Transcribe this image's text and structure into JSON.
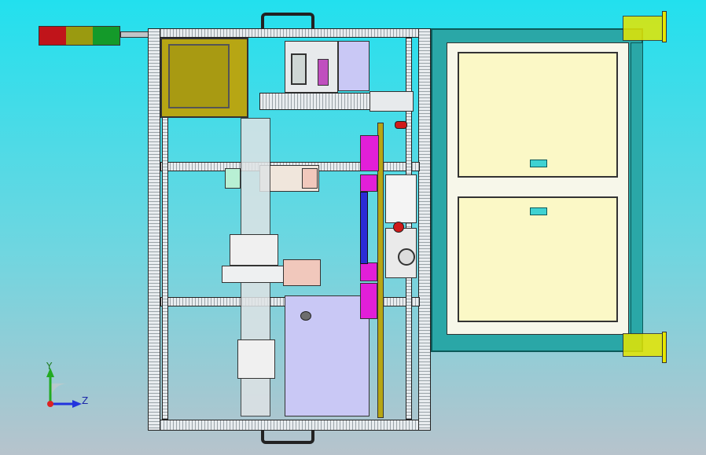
{
  "viewport": {
    "background": "cyan-gradient"
  },
  "axis_triad": {
    "y_label": "Y",
    "z_label": "Z",
    "y_color": "#22aa22",
    "z_color": "#2233dd",
    "x_color": "#dd2222"
  },
  "stack_light": {
    "colors": [
      "#c0141a",
      "#9a9a10",
      "#149a2a"
    ]
  },
  "colors": {
    "frame": "#d9dde0",
    "panel": "#fbf8c6",
    "teal": "#2aa7a7",
    "magenta": "#e21fd8",
    "violet": "#c9c8f5",
    "olive": "#b7a614"
  }
}
